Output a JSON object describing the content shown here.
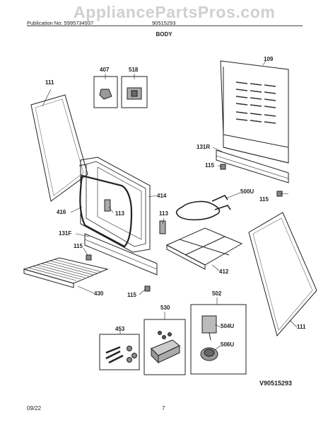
{
  "header": {
    "publication_label": "Publication No: 5995734937",
    "model_code": "90515293",
    "watermark": "AppliancePartsPros.com"
  },
  "section_title": "BODY",
  "part_labels": {
    "p111_left": "111",
    "p407": "407",
    "p518": "518",
    "p109": "109",
    "p131R": "131R",
    "p115_a": "115",
    "p414": "414",
    "p500U": "500U",
    "p115_b": "115",
    "p113_a": "113",
    "p416": "416",
    "p113_b": "113",
    "p131F": "131F",
    "p115_c": "115",
    "p412": "412",
    "p430": "430",
    "p115_d": "115",
    "p530": "530",
    "p502": "502",
    "p453": "453",
    "p504U": "504U",
    "p506U": "506U",
    "p111_right": "111"
  },
  "diagram_code": "V90515293",
  "footer": {
    "date": "09/22",
    "page": "7"
  },
  "colors": {
    "line": "#222222",
    "watermark": "#aaaaaa"
  }
}
